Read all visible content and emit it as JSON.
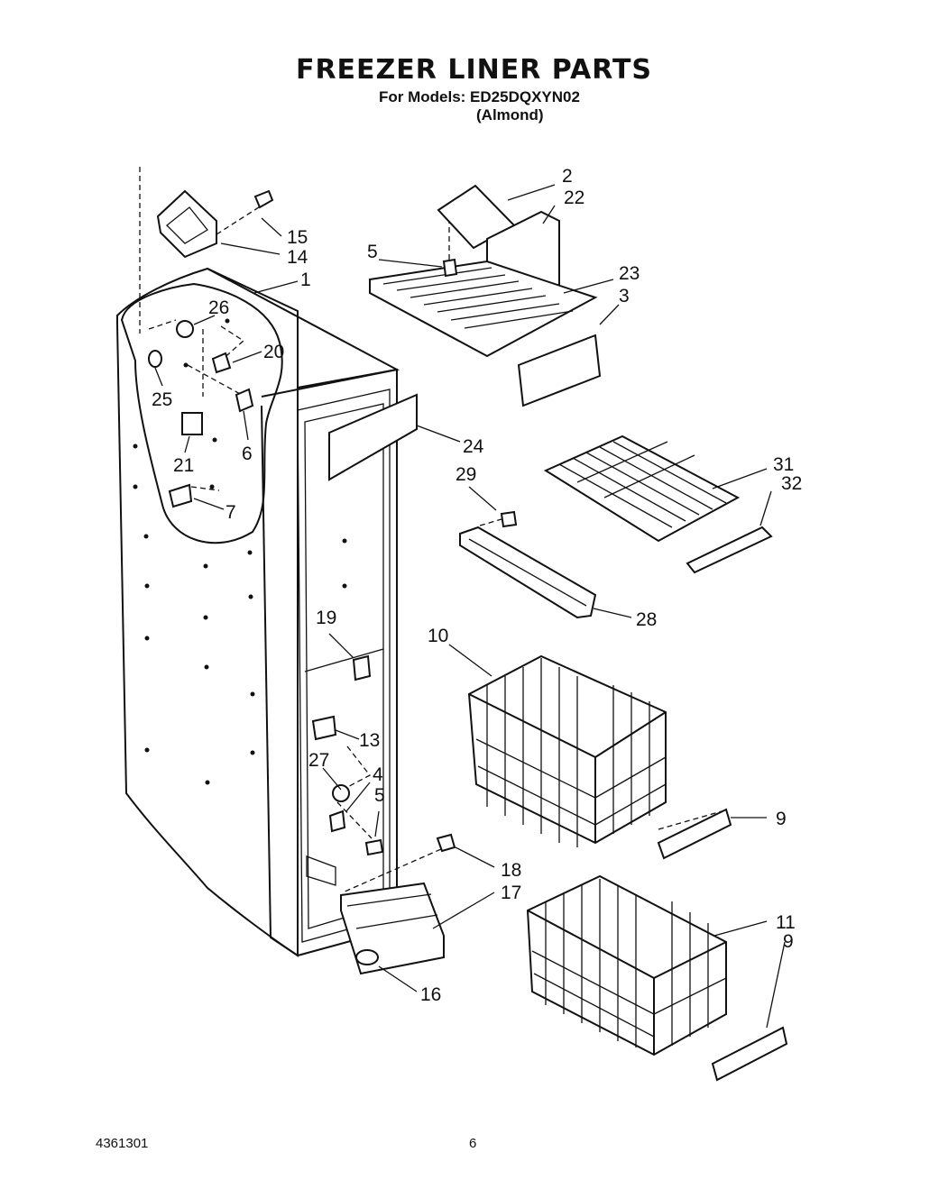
{
  "header": {
    "title": "FREEZER LINER PARTS",
    "models_line": "For Models: ED25DQXYN02",
    "color_line": "(Almond)"
  },
  "footer": {
    "doc_number": "4361301",
    "page_number": "6"
  },
  "callouts": {
    "c1": "1",
    "c2": "2",
    "c3": "3",
    "c4": "4",
    "c5a": "5",
    "c5b": "5",
    "c6": "6",
    "c7": "7",
    "c9a": "9",
    "c9b": "9",
    "c10": "10",
    "c11": "11",
    "c13": "13",
    "c14": "14",
    "c15": "15",
    "c16": "16",
    "c17": "17",
    "c18": "18",
    "c19": "19",
    "c20": "20",
    "c21": "21",
    "c22": "22",
    "c23": "23",
    "c24": "24",
    "c25": "25",
    "c26": "26",
    "c27": "27",
    "c28": "28",
    "c29": "29",
    "c31": "31",
    "c32": "32"
  }
}
